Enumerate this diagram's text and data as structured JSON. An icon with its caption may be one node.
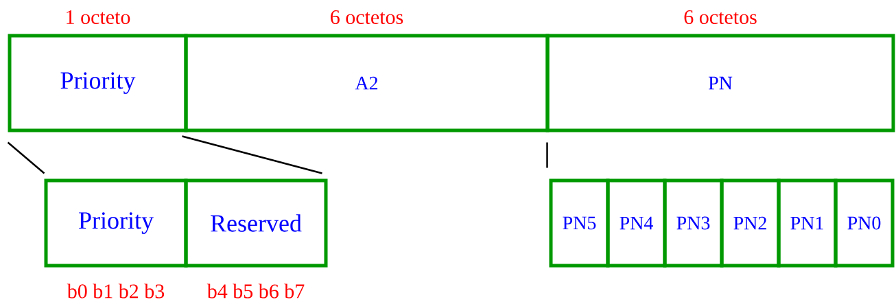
{
  "diagram": {
    "nodes": [
      {
        "text": [
          "Priority"
        ],
        "beside": [
          "1 octeto"
        ]
      },
      {
        "text": [
          "A2"
        ],
        "beside": [
          "6 octetos"
        ]
      },
      {
        "text": [
          "PN"
        ],
        "beside": [
          "6 octetos"
        ]
      },
      {
        "text": [
          "Priority"
        ],
        "beside": [
          "b0 b1 b2 b3"
        ]
      },
      {
        "text": [
          "Reserved"
        ],
        "beside": [
          "b4 b5 b6 b7"
        ]
      },
      {
        "text": [
          "PN5"
        ]
      },
      {
        "text": [
          "PN4"
        ]
      },
      {
        "text": [
          "PN3"
        ]
      },
      {
        "text": [
          "PN2"
        ]
      },
      {
        "text": [
          "PN1"
        ]
      },
      {
        "text": [
          "PN0"
        ]
      }
    ],
    "edges": [
      {
        "from": 0,
        "to": 3,
        "arrow": "none"
      },
      {
        "from": 0,
        "to": 4,
        "arrow": "none"
      },
      {
        "from": 2,
        "to": 5,
        "arrow": "none"
      }
    ]
  }
}
